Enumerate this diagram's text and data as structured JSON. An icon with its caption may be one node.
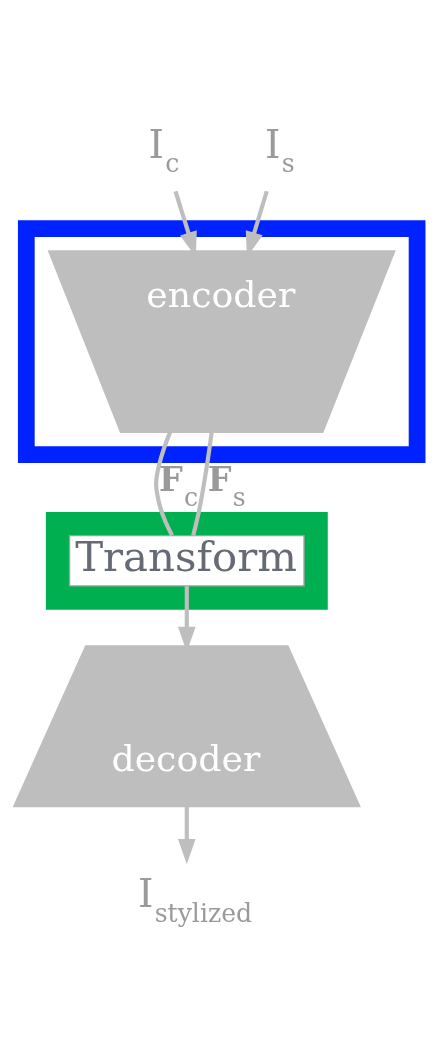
{
  "diagram": {
    "nodes": [
      {
        "text": [
          "I$_{c}$"
        ]
      },
      {
        "text": [
          "I$_{s}$"
        ]
      },
      {
        "text": [],
        "shape": "box"
      },
      {
        "text": [
          "encoder"
        ],
        "in": 2
      },
      {
        "text": [],
        "shape": "box"
      },
      {
        "text": [
          "Transform"
        ],
        "in": 4
      },
      {
        "text": [
          "decoder"
        ]
      },
      {
        "text": [
          "I$_{stylized}$"
        ]
      }
    ],
    "edges": [
      {
        "from": 0,
        "to": 3,
        "arrow": "to"
      },
      {
        "from": 1,
        "to": 3,
        "arrow": "to"
      },
      {
        "from": 3,
        "to": 5,
        "arrow": "none",
        "label": "**F**$_{c}$"
      },
      {
        "from": 3,
        "to": 5,
        "arrow": "none",
        "label": "**F**$_{s}$"
      },
      {
        "from": 5,
        "to": 6,
        "arrow": "to"
      },
      {
        "from": 6,
        "to": 7,
        "arrow": "to"
      }
    ]
  }
}
